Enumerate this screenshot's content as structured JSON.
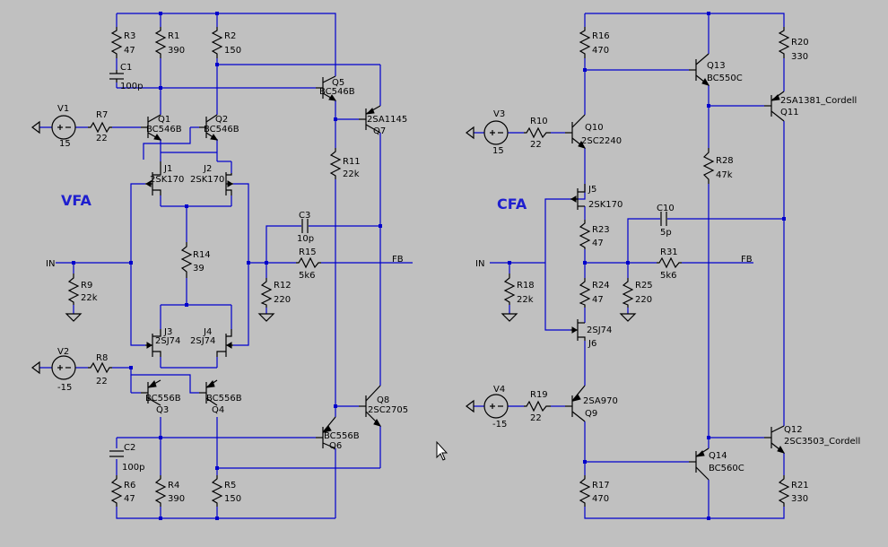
{
  "titles": {
    "vfa": "VFA",
    "cfa": "CFA"
  },
  "components": {
    "R3": {
      "ref": "R3",
      "value": "47"
    },
    "R1": {
      "ref": "R1",
      "value": "390"
    },
    "R2": {
      "ref": "R2",
      "value": "150"
    },
    "C1": {
      "ref": "C1",
      "value": "100p"
    },
    "V1": {
      "ref": "V1",
      "value": "15"
    },
    "R7": {
      "ref": "R7",
      "value": "22"
    },
    "Q1": {
      "ref": "Q1",
      "value": "BC546B"
    },
    "Q2": {
      "ref": "Q2",
      "value": "BC546B"
    },
    "Q5": {
      "ref": "Q5",
      "value": "BC546B"
    },
    "Q7": {
      "ref": "Q7",
      "value": "2SA1145"
    },
    "J1": {
      "ref": "J1",
      "value": "2SK170"
    },
    "J2": {
      "ref": "J2",
      "value": "2SK170"
    },
    "R11": {
      "ref": "R11",
      "value": "22k"
    },
    "C3": {
      "ref": "C3",
      "value": "10p"
    },
    "R14": {
      "ref": "R14",
      "value": "39"
    },
    "R9": {
      "ref": "R9",
      "value": "22k"
    },
    "R15": {
      "ref": "R15",
      "value": "5k6"
    },
    "R12": {
      "ref": "R12",
      "value": "220"
    },
    "J3": {
      "ref": "J3",
      "value": "2SJ74"
    },
    "J4": {
      "ref": "J4",
      "value": "2SJ74"
    },
    "V2": {
      "ref": "V2",
      "value": "-15"
    },
    "R8": {
      "ref": "R8",
      "value": "22"
    },
    "Q3": {
      "ref": "Q3",
      "value": "BC556B"
    },
    "Q4": {
      "ref": "Q4",
      "value": "BC556B"
    },
    "Q8": {
      "ref": "Q8",
      "value": "2SC2705"
    },
    "Q6": {
      "ref": "Q6",
      "value": "BC556B"
    },
    "C2": {
      "ref": "C2",
      "value": "100p"
    },
    "R6": {
      "ref": "R6",
      "value": "47"
    },
    "R4": {
      "ref": "R4",
      "value": "390"
    },
    "R5": {
      "ref": "R5",
      "value": "150"
    },
    "R16": {
      "ref": "R16",
      "value": "470"
    },
    "Q13": {
      "ref": "Q13",
      "value": "BC550C"
    },
    "R20": {
      "ref": "R20",
      "value": "330"
    },
    "Q11": {
      "ref": "Q11",
      "value": "2SA1381_Cordell"
    },
    "V3": {
      "ref": "V3",
      "value": "15"
    },
    "R10": {
      "ref": "R10",
      "value": "22"
    },
    "Q10": {
      "ref": "Q10",
      "value": "2SC2240"
    },
    "R28": {
      "ref": "R28",
      "value": "47k"
    },
    "J5": {
      "ref": "J5",
      "value": "2SK170"
    },
    "R23": {
      "ref": "R23",
      "value": "47"
    },
    "C10": {
      "ref": "C10",
      "value": "5p"
    },
    "R31": {
      "ref": "R31",
      "value": "5k6"
    },
    "R18": {
      "ref": "R18",
      "value": "22k"
    },
    "R24": {
      "ref": "R24",
      "value": "47"
    },
    "R25": {
      "ref": "R25",
      "value": "220"
    },
    "J6": {
      "ref": "J6",
      "value": "2SJ74"
    },
    "V4": {
      "ref": "V4",
      "value": "-15"
    },
    "R19": {
      "ref": "R19",
      "value": "22"
    },
    "Q9": {
      "ref": "Q9",
      "value": "2SA970"
    },
    "Q12": {
      "ref": "Q12",
      "value": "2SC3503_Cordell"
    },
    "Q14": {
      "ref": "Q14",
      "value": "BC560C"
    },
    "R17": {
      "ref": "R17",
      "value": "470"
    },
    "R21": {
      "ref": "R21",
      "value": "330"
    }
  },
  "nets": {
    "vfa_in": "IN",
    "vfa_fb": "FB",
    "cfa_in": "IN",
    "cfa_fb": "FB"
  }
}
